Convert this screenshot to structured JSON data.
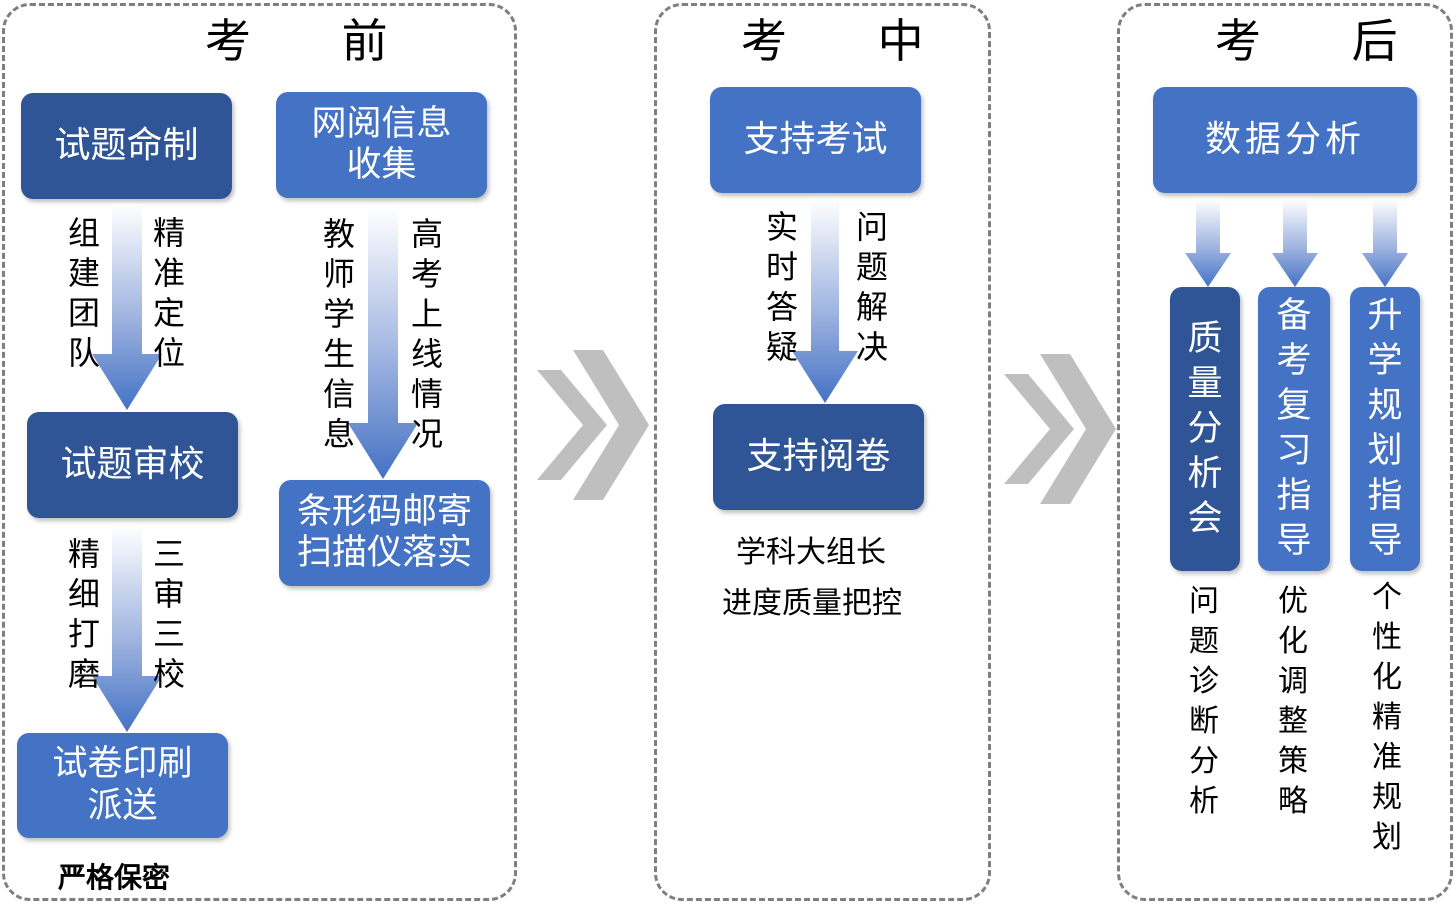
{
  "palette": {
    "dark_box": "#2f5597",
    "light_box": "#4472c4",
    "border": "#7f7f7f",
    "chevron": "#bfbfbf"
  },
  "before": {
    "title": "考 前",
    "box_compose": "试题命制",
    "arrow1_left": "组建团队",
    "arrow1_right": "精准定位",
    "box_review": "试题审校",
    "arrow2_left": "精细打磨",
    "arrow2_right": "三审三校",
    "box_print": "试卷印刷派送",
    "caption": "严格保密",
    "box_info": "网阅信息收集",
    "arrow3_left": "教师学生信息",
    "arrow3_right": "高考上线情况",
    "box_barcode": "条形码邮寄扫描仪落实"
  },
  "during": {
    "title": "考 中",
    "box_support_exam": "支持考试",
    "arrow_left": "实时答疑",
    "arrow_right": "问题解决",
    "box_support_grading": "支持阅卷",
    "caption_line1": "学科大组长",
    "caption_line2": "进度质量把控"
  },
  "after": {
    "title": "考 后",
    "box_analysis": "数据分析",
    "col1_box": "质量分析会",
    "col1_caption": "问题诊断分析",
    "col2_box": "备考复习指导",
    "col2_caption": "优化调整策略",
    "col3_box": "升学规划指导",
    "col3_caption": "个性化精准规划"
  }
}
